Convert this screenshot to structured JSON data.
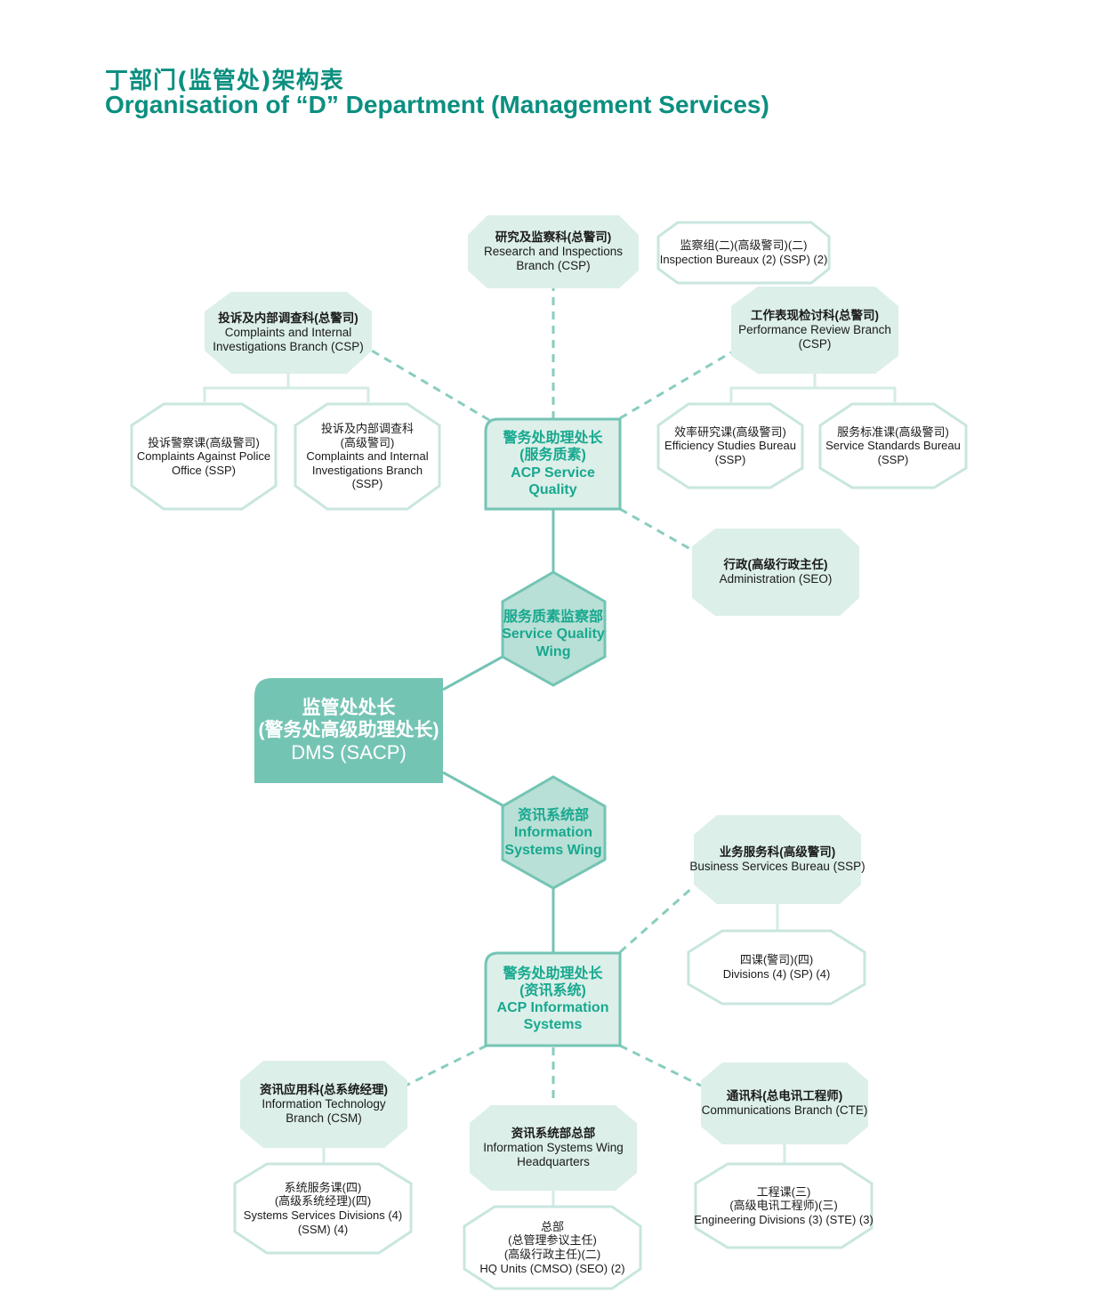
{
  "title_cn": "丁部门(监管处)架构表",
  "title_en": "Organisation of “D” Department (Management Services)",
  "colors": {
    "accent": "#0b8f80",
    "teal_fill": "#74c4b4",
    "light_fill": "#dcefe9",
    "line": "#74c4b4",
    "outline": "#c8e6df"
  },
  "nodes": {
    "dms": {
      "cn1": "监管处处长",
      "cn2": "(警务处高级助理处长)",
      "en": "DMS (SACP)"
    },
    "sq_wing": {
      "cn": "服务质素监察部",
      "en1": "Service Quality",
      "en2": "Wing"
    },
    "is_wing": {
      "cn": "资讯系统部",
      "en1": "Information",
      "en2": "Systems Wing"
    },
    "acp_sq": {
      "cn1": "警务处助理处长",
      "cn2": "(服务质素)",
      "en1": "ACP Service",
      "en2": "Quality"
    },
    "acp_is": {
      "cn1": "警务处助理处长",
      "cn2": "(资讯系统)",
      "en1": "ACP Information",
      "en2": "Systems"
    },
    "rib": {
      "cn": "研究及监察科(总警司)",
      "en1": "Research and Inspections",
      "en2": "Branch (CSP)"
    },
    "ib": {
      "cn": "监察组(二)(高级警司)(二)",
      "en1": "Inspection Bureaux (2) (SSP) (2)"
    },
    "ciib": {
      "cn": "投诉及内部调查科(总警司)",
      "en1": "Complaints and Internal",
      "en2": "Investigations Branch (CSP)"
    },
    "capo": {
      "cn": "投诉警察课(高级警司)",
      "en1": "Complaints Against Police",
      "en2": "Office (SSP)"
    },
    "ciib2": {
      "cn1": "投诉及内部调查科",
      "cn2": "(高级警司)",
      "en1": "Complaints and Internal",
      "en2": "Investigations Branch",
      "en3": "(SSP)"
    },
    "prb": {
      "cn": "工作表现检讨科(总警司)",
      "en1": "Performance Review Branch",
      "en2": "(CSP)"
    },
    "esb": {
      "cn": "效率研究课(高级警司)",
      "en1": "Efficiency Studies Bureau",
      "en2": "(SSP)"
    },
    "ssb": {
      "cn": "服务标准课(高级警司)",
      "en1": "Service Standards Bureau",
      "en2": "(SSP)"
    },
    "admin": {
      "cn": "行政(高级行政主任)",
      "en": "Administration (SEO)"
    },
    "bsb": {
      "cn": "业务服务科(高级警司)",
      "en": "Business Services Bureau (SSP)"
    },
    "div4": {
      "cn": "四课(警司)(四)",
      "en": "Divisions (4) (SP) (4)"
    },
    "itb": {
      "cn": "资讯应用科(总系统经理)",
      "en1": "Information Technology",
      "en2": "Branch (CSM)"
    },
    "ssd": {
      "cn1": "系统服务课(四)",
      "cn2": "(高级系统经理)(四)",
      "en1": "Systems Services Divisions (4)",
      "en2": "(SSM) (4)"
    },
    "iswhq": {
      "cn": "资讯系统部总部",
      "en1": "Information Systems Wing",
      "en2": "Headquarters"
    },
    "hq": {
      "cn1": "总部",
      "cn2": "(总管理参议主任)",
      "cn3": "(高级行政主任)(二)",
      "en": "HQ Units (CMSO) (SEO) (2)"
    },
    "cb": {
      "cn": "通讯科(总电讯工程师)",
      "en": "Communications Branch (CTE)"
    },
    "ed": {
      "cn1": "工程课(三)",
      "cn2": "(高级电讯工程师)(三)",
      "en": "Engineering Divisions (3) (STE) (3)"
    }
  }
}
